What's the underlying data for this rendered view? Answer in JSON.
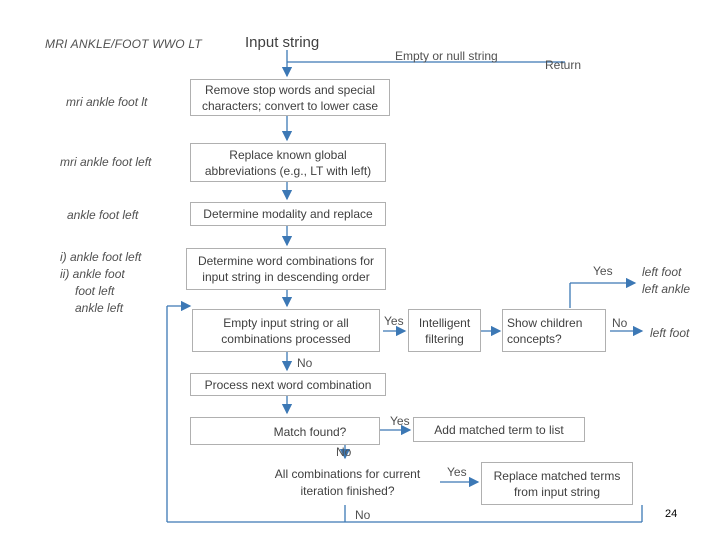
{
  "header": {
    "case_title": "MRI ANKLE/FOOT WWO LT",
    "input_label": "Input string",
    "empty_label": "Empty or null string",
    "return_label": "Return"
  },
  "examples": {
    "step1": "mri ankle foot lt",
    "step2": "mri ankle foot left",
    "step3": "ankle foot left",
    "step4": [
      "i) ankle foot left",
      "ii) ankle foot",
      "foot left",
      "ankle left"
    ]
  },
  "steps": {
    "remove_stop": "Remove stop words and special characters; convert to lower case",
    "replace_abbrev": "Replace known global abbreviations (e.g., LT with left)",
    "modality": "Determine modality and replace",
    "combinations": "Determine word combinations for input string in descending order",
    "empty_or_all": "Empty input string or all combinations processed",
    "intelligent": "Intelligent filtering",
    "show_children": "Show children concepts?",
    "process_next": "Process next word combination",
    "match_found": "Match found?",
    "add_matched": "Add matched term to list",
    "all_done": "All combinations for current iteration finished?",
    "replace_matched": "Replace matched terms from input string"
  },
  "edges": {
    "yes_intelligent": "Yes",
    "yes_right": "Yes",
    "no_right": "No",
    "no_process": "No",
    "yes_match": "Yes",
    "no_match": "No",
    "yes_all": "Yes",
    "no_all": "No"
  },
  "results": {
    "yes_result": [
      "left foot",
      "left ankle"
    ],
    "no_result": "left foot"
  },
  "page_number": "24"
}
